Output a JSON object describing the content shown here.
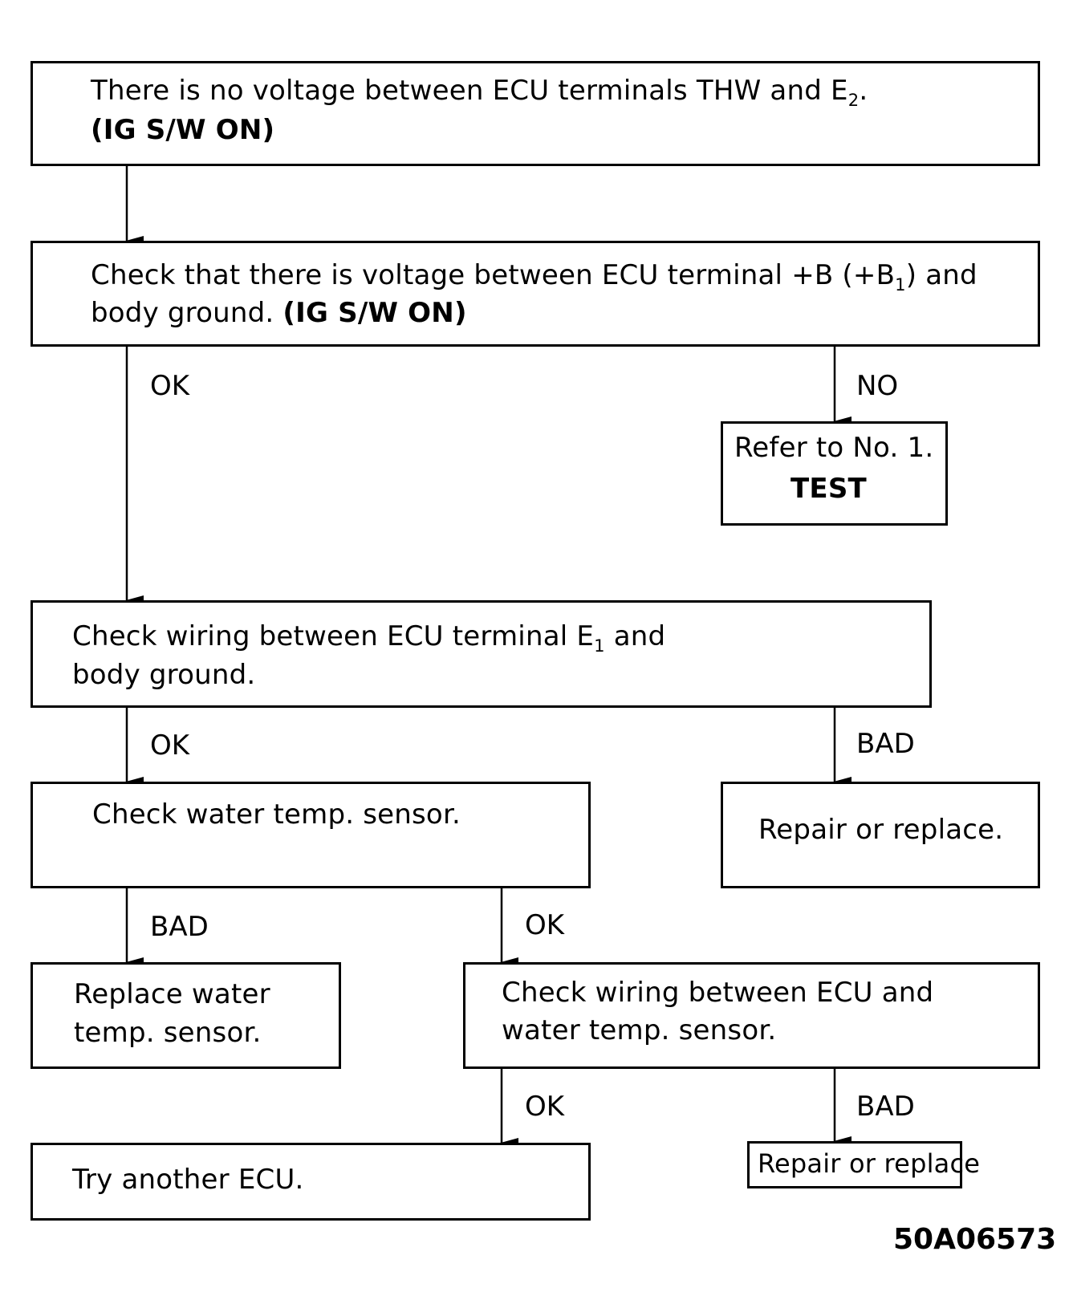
{
  "boxes": {
    "b1": {
      "line1_pre": "There is no voltage between ECU terminals THW and E",
      "line1_sub": "2",
      "line1_post": ".",
      "line2": "(IG S/W ON)"
    },
    "b2": {
      "line1_pre": "Check that there is voltage between ECU terminal +B (+B",
      "line1_sub": "1",
      "line1_post": ") and",
      "line2_pre": "body ground. ",
      "line2_bold": "(IG S/W ON)"
    },
    "b3": {
      "line1": "Refer to No. 1.",
      "line2": "TEST"
    },
    "b4": {
      "line1_pre": "Check wiring between ECU terminal E",
      "line1_sub": "1",
      "line1_post": " and",
      "line2": "body ground."
    },
    "b5": {
      "line1": "Check water temp. sensor."
    },
    "b6": {
      "line1": "Repair or replace."
    },
    "b7": {
      "line1": "Replace water",
      "line2": "temp. sensor."
    },
    "b8": {
      "line1": "Check wiring between ECU and",
      "line2": "water temp. sensor."
    },
    "b9": {
      "line1": "Try another ECU."
    },
    "b10": {
      "line1": "Repair or replace"
    }
  },
  "labels": {
    "ok1": "OK",
    "no1": "NO",
    "ok2": "OK",
    "bad1": "BAD",
    "bad2": "BAD",
    "ok3": "OK",
    "ok4": "OK",
    "bad3": "BAD"
  },
  "figure_code": "50A06573"
}
